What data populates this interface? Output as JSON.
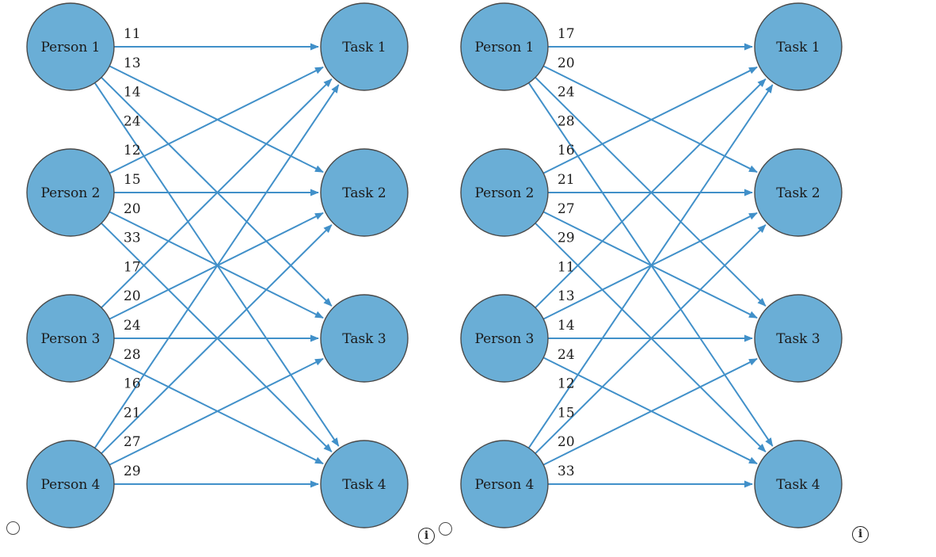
{
  "colors": {
    "node_fill": "#6aaed6",
    "node_stroke": "#4a4a4a",
    "edge": "#4190c9",
    "text": "#1b1b1b",
    "control_stroke": "#4a4a4a"
  },
  "diagrams": [
    {
      "id": "left",
      "persons": [
        "Person 1",
        "Person 2",
        "Person 3",
        "Person 4"
      ],
      "tasks": [
        "Task 1",
        "Task 2",
        "Task 3",
        "Task 4"
      ],
      "weights": [
        [
          11,
          13,
          14,
          24
        ],
        [
          12,
          15,
          20,
          33
        ],
        [
          17,
          20,
          24,
          28
        ],
        [
          16,
          21,
          27,
          29
        ]
      ]
    },
    {
      "id": "right",
      "persons": [
        "Person 1",
        "Person 2",
        "Person 3",
        "Person 4"
      ],
      "tasks": [
        "Task 1",
        "Task 2",
        "Task 3",
        "Task 4"
      ],
      "weights": [
        [
          17,
          20,
          24,
          28
        ],
        [
          16,
          21,
          27,
          29
        ],
        [
          11,
          13,
          14,
          24
        ],
        [
          12,
          15,
          20,
          33
        ]
      ]
    }
  ],
  "controls": {
    "radios": [
      {
        "id": "option-left",
        "selected": false
      },
      {
        "id": "option-right",
        "selected": false
      }
    ],
    "info_icons": [
      {
        "glyph": "i"
      },
      {
        "glyph": "i"
      }
    ]
  }
}
